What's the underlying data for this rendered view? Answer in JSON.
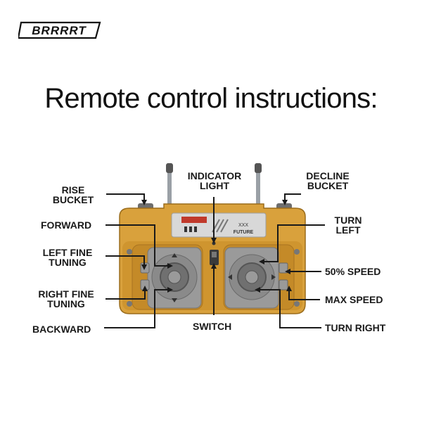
{
  "brand": {
    "logo_text": "BRRRRT"
  },
  "title": "Remote control instructions:",
  "labels": {
    "rise_bucket": [
      "RISE",
      "BUCKET"
    ],
    "indicator_light": [
      "INDICATOR",
      "LIGHT"
    ],
    "decline_bucket": [
      "DECLINE",
      "BUCKET"
    ],
    "forward": "FORWARD",
    "turn_left": [
      "TURN",
      "LEFT"
    ],
    "left_fine_tuning": [
      "LEFT FINE",
      "TUNING"
    ],
    "speed_50": "50% SPEED",
    "right_fine_tuning": [
      "RIGHT FINE",
      "TUNING"
    ],
    "max_speed": "MAX SPEED",
    "backward": "BACKWARD",
    "switch": "SWITCH",
    "turn_right": "TURN RIGHT"
  },
  "controller": {
    "panel_text": "FUTURE",
    "panel_small": "XXX",
    "colors": {
      "body": "#d9a13c",
      "body_dark": "#b98427",
      "pad": "#8a8a8a",
      "line": "#1a1a1a"
    }
  }
}
